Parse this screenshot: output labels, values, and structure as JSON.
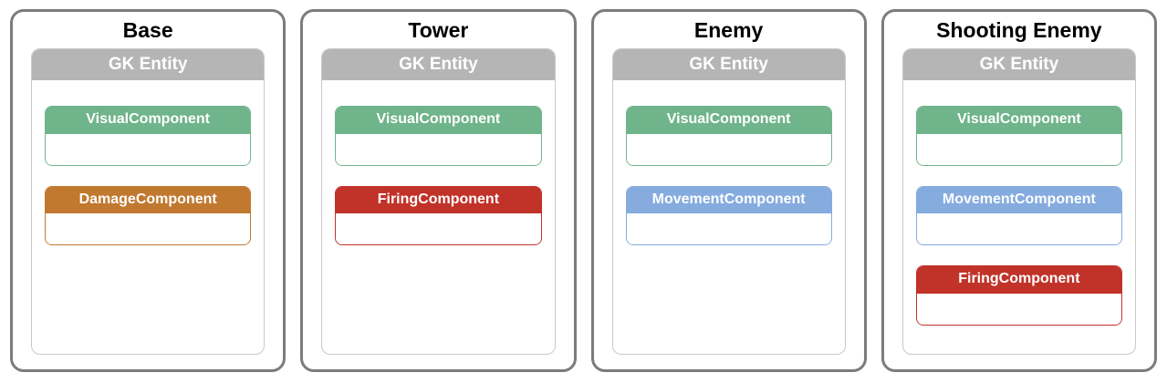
{
  "colors": {
    "outer_border": "#7c7c7c",
    "inner_border": "#c9c9c9",
    "entity_header_bg": "#b5b5b5",
    "entity_header_text": "#ffffff",
    "component_green": "#6fb48b",
    "component_orange": "#c1782f",
    "component_red": "#c13229",
    "component_blue": "#85abdf"
  },
  "cards": [
    {
      "title": "Base",
      "entity_label": "GK Entity",
      "components": [
        {
          "label": "VisualComponent",
          "color": "#6fb48b"
        },
        {
          "label": "DamageComponent",
          "color": "#c1782f"
        }
      ]
    },
    {
      "title": "Tower",
      "entity_label": "GK Entity",
      "components": [
        {
          "label": "VisualComponent",
          "color": "#6fb48b"
        },
        {
          "label": "FiringComponent",
          "color": "#c13229"
        }
      ]
    },
    {
      "title": "Enemy",
      "entity_label": "GK Entity",
      "components": [
        {
          "label": "VisualComponent",
          "color": "#6fb48b"
        },
        {
          "label": "MovementComponent",
          "color": "#85abdf"
        }
      ]
    },
    {
      "title": "Shooting Enemy",
      "entity_label": "GK Entity",
      "components": [
        {
          "label": "VisualComponent",
          "color": "#6fb48b"
        },
        {
          "label": "MovementComponent",
          "color": "#85abdf"
        },
        {
          "label": "FiringComponent",
          "color": "#c13229"
        }
      ]
    }
  ]
}
